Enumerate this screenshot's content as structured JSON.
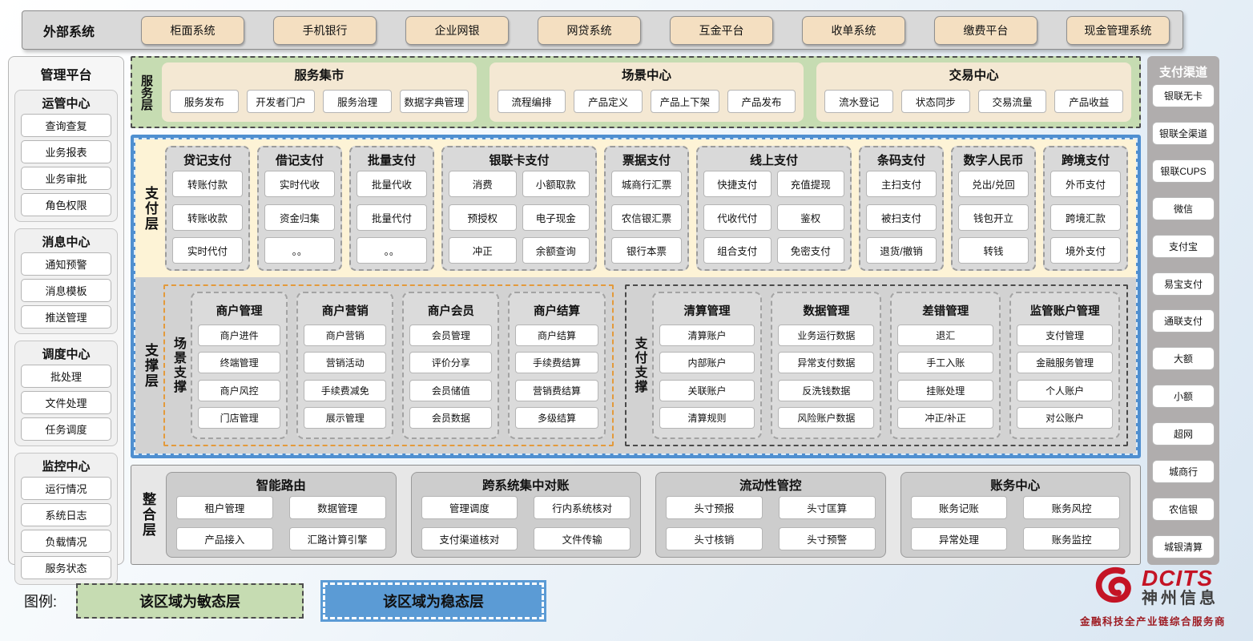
{
  "external_systems": {
    "label": "外部系统",
    "items": [
      "柜面系统",
      "手机银行",
      "企业网银",
      "网贷系统",
      "互金平台",
      "收单系统",
      "缴费平台",
      "现金管理系统"
    ]
  },
  "management_platform": {
    "title": "管理平台",
    "groups": [
      {
        "title": "运管中心",
        "items": [
          "查询查复",
          "业务报表",
          "业务审批",
          "角色权限"
        ]
      },
      {
        "title": "消息中心",
        "items": [
          "通知预警",
          "消息模板",
          "推送管理"
        ]
      },
      {
        "title": "调度中心",
        "items": [
          "批处理",
          "文件处理",
          "任务调度"
        ]
      },
      {
        "title": "监控中心",
        "items": [
          "运行情况",
          "系统日志",
          "负载情况",
          "服务状态"
        ]
      }
    ]
  },
  "service_layer": {
    "label": "服务层",
    "panels": [
      {
        "title": "服务集市",
        "items": [
          "服务发布",
          "开发者门户",
          "服务治理",
          "数据字典管理"
        ]
      },
      {
        "title": "场景中心",
        "items": [
          "流程编排",
          "产品定义",
          "产品上下架",
          "产品发布"
        ]
      },
      {
        "title": "交易中心",
        "items": [
          "流水登记",
          "状态同步",
          "交易流量",
          "产品收益"
        ]
      }
    ]
  },
  "payment_layer": {
    "label": "支付层",
    "groups": [
      {
        "title": "贷记支付",
        "cols": 1,
        "items": [
          "转账付款",
          "转账收款",
          "实时代付"
        ]
      },
      {
        "title": "借记支付",
        "cols": 1,
        "items": [
          "实时代收",
          "资金归集",
          "。。"
        ]
      },
      {
        "title": "批量支付",
        "cols": 1,
        "items": [
          "批量代收",
          "批量代付",
          "。。"
        ]
      },
      {
        "title": "银联卡支付",
        "cols": 2,
        "items": [
          "消费",
          "小额取款",
          "预授权",
          "电子现金",
          "冲正",
          "余额查询"
        ]
      },
      {
        "title": "票据支付",
        "cols": 1,
        "items": [
          "城商行汇票",
          "农信银汇票",
          "银行本票"
        ]
      },
      {
        "title": "线上支付",
        "cols": 2,
        "items": [
          "快捷支付",
          "充值提现",
          "代收代付",
          "鉴权",
          "组合支付",
          "免密支付"
        ]
      },
      {
        "title": "条码支付",
        "cols": 1,
        "items": [
          "主扫支付",
          "被扫支付",
          "退货/撤销"
        ]
      },
      {
        "title": "数字人民币",
        "cols": 1,
        "items": [
          "兑出/兑回",
          "钱包开立",
          "转钱"
        ]
      },
      {
        "title": "跨境支付",
        "cols": 1,
        "items": [
          "外币支付",
          "跨境汇款",
          "境外支付"
        ]
      }
    ]
  },
  "support_layer": {
    "label": "支撑层",
    "sections": [
      {
        "label": "场景支撑",
        "style": "orange",
        "groups": [
          {
            "title": "商户管理",
            "items": [
              "商户进件",
              "终端管理",
              "商户风控",
              "门店管理"
            ]
          },
          {
            "title": "商户营销",
            "items": [
              "商户营销",
              "营销活动",
              "手续费减免",
              "展示管理"
            ]
          },
          {
            "title": "商户会员",
            "items": [
              "会员管理",
              "评价分享",
              "会员储值",
              "会员数据"
            ]
          },
          {
            "title": "商户结算",
            "items": [
              "商户结算",
              "手续费结算",
              "营销费结算",
              "多级结算"
            ]
          }
        ]
      },
      {
        "label": "支付支撑",
        "style": "dark",
        "groups": [
          {
            "title": "清算管理",
            "items": [
              "清算账户",
              "内部账户",
              "关联账户",
              "清算规则"
            ]
          },
          {
            "title": "数据管理",
            "items": [
              "业务运行数据",
              "异常支付数据",
              "反洗钱数据",
              "风险账户数据"
            ]
          },
          {
            "title": "差错管理",
            "items": [
              "退汇",
              "手工入账",
              "挂账处理",
              "冲正/补正"
            ]
          },
          {
            "title": "监管账户管理",
            "items": [
              "支付管理",
              "金融服务管理",
              "个人账户",
              "对公账户"
            ]
          }
        ]
      }
    ]
  },
  "integration_layer": {
    "label": "整合层",
    "panels": [
      {
        "title": "智能路由",
        "items": [
          "租户管理",
          "数据管理",
          "产品接入",
          "汇路计算引擎"
        ]
      },
      {
        "title": "跨系统集中对账",
        "items": [
          "管理调度",
          "行内系统核对",
          "支付渠道核对",
          "文件传输"
        ]
      },
      {
        "title": "流动性管控",
        "items": [
          "头寸预报",
          "头寸匡算",
          "头寸核销",
          "头寸预警"
        ]
      },
      {
        "title": "账务中心",
        "items": [
          "账务记账",
          "账务风控",
          "异常处理",
          "账务监控"
        ]
      }
    ]
  },
  "payment_channels": {
    "title": "支付渠道",
    "items": [
      "银联无卡",
      "银联全渠道",
      "银联CUPS",
      "微信",
      "支付宝",
      "易宝支付",
      "通联支付",
      "大额",
      "小额",
      "超网",
      "城商行",
      "农信银",
      "城银清算"
    ]
  },
  "legend": {
    "label": "图例:",
    "agile": "该区域为敏态层",
    "stable": "该区域为稳态层"
  },
  "logo": {
    "brand": "DCITS",
    "name": "神州信息",
    "tagline": "金融科技全产业链综合服务商"
  },
  "colors": {
    "stable_blue": "#4f8fd0",
    "agile_green": "#c6dcb2",
    "payment_cream": "#fdf3d6",
    "external_beige": "#f4dfc1",
    "brand_red": "#c41425"
  }
}
